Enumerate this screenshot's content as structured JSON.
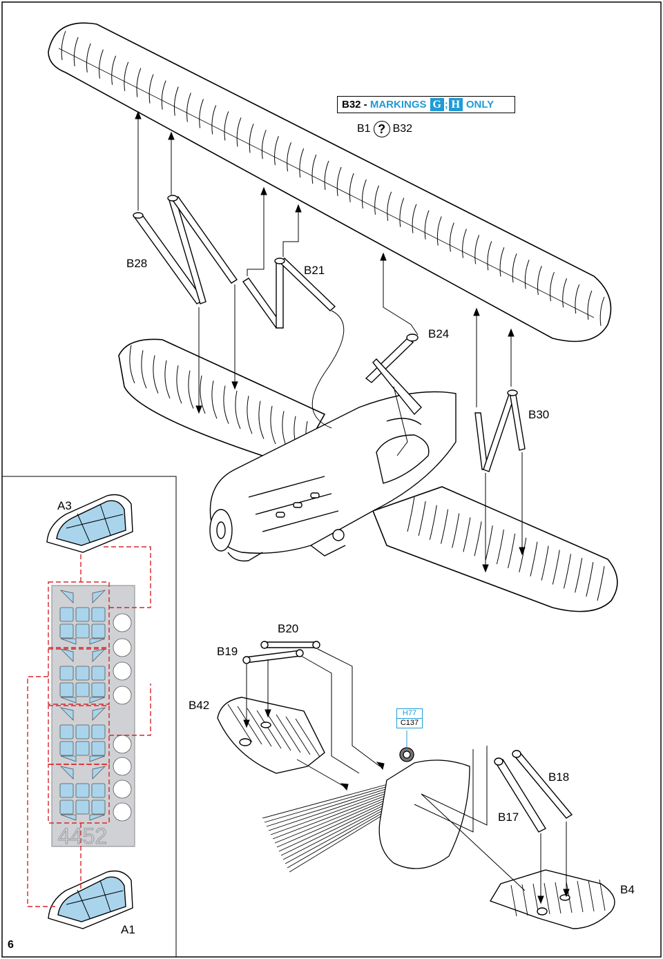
{
  "note": {
    "ref": "B32 -",
    "text": "MARKINGS",
    "badge_a": "G",
    "sep": ";",
    "badge_b": "H",
    "suffix": "ONLY",
    "accent_color": "#1e9bd7"
  },
  "option": {
    "left": "B1",
    "icon": "question-circle-icon",
    "right": "B32"
  },
  "parts": {
    "b28": "B28",
    "b21": "B21",
    "b24": "B24",
    "b30": "B30",
    "b20": "B20",
    "b19": "B19",
    "b42": "B42",
    "b18": "B18",
    "b17": "B17",
    "b4": "B4",
    "a3": "A3",
    "a1": "A1"
  },
  "mask": {
    "code": "4452"
  },
  "tag": {
    "top": "H77",
    "bottom": "C137"
  },
  "page": {
    "number": "6"
  }
}
